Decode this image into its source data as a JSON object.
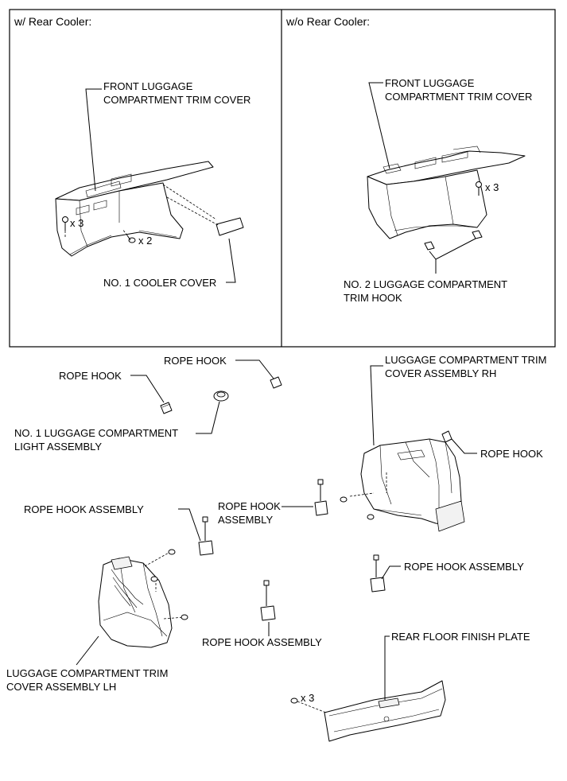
{
  "panels": [
    {
      "title": "w/ Rear Cooler:"
    },
    {
      "title": "w/o Rear Cooler:"
    }
  ],
  "labels": {
    "front_trim_cover_a_1": "FRONT LUGGAGE",
    "front_trim_cover_a_2": "COMPARTMENT TRIM COVER",
    "front_trim_cover_b_1": "FRONT LUGGAGE",
    "front_trim_cover_b_2": "COMPARTMENT TRIM COVER",
    "qty_x3_a": "x 3",
    "qty_x2": "x 2",
    "qty_x3_b": "x 3",
    "qty_x3_c": "x 3",
    "cooler_cover": "NO. 1 COOLER COVER",
    "trim_hook_1": "NO. 2 LUGGAGE COMPARTMENT",
    "trim_hook_2": "TRIM HOOK",
    "rope_hook_1": "ROPE HOOK",
    "rope_hook_2": "ROPE HOOK",
    "rope_hook_3": "ROPE HOOK",
    "light_assembly_1": "NO. 1 LUGGAGE COMPARTMENT",
    "light_assembly_2": "LIGHT ASSEMBLY",
    "trim_rh_1": "LUGGAGE COMPARTMENT TRIM",
    "trim_rh_2": "COVER ASSEMBLY RH",
    "rope_hook_asm_1": "ROPE HOOK ASSEMBLY",
    "rope_hook_asm_2a": "ROPE HOOK",
    "rope_hook_asm_2b": "ASSEMBLY",
    "rope_hook_asm_3": "ROPE HOOK ASSEMBLY",
    "rope_hook_asm_4": "ROPE HOOK ASSEMBLY",
    "finish_plate": "REAR FLOOR FINISH PLATE",
    "trim_lh_1": "LUGGAGE COMPARTMENT TRIM",
    "trim_lh_2": "COVER ASSEMBLY LH"
  }
}
